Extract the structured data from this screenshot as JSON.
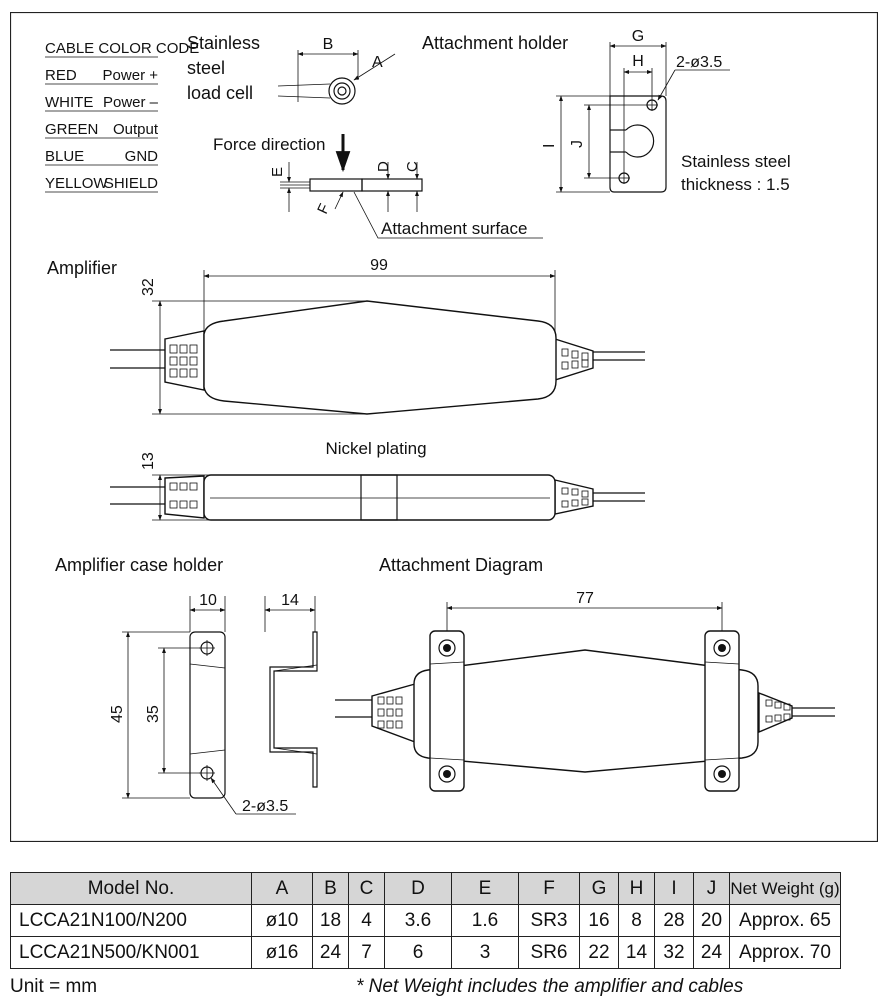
{
  "cable_color_code": {
    "title": "CABLE COLOR CODE",
    "rows": [
      {
        "color": "RED",
        "signal": "Power +"
      },
      {
        "color": "WHITE",
        "signal": "Power –"
      },
      {
        "color": "GREEN",
        "signal": "Output"
      },
      {
        "color": "BLUE",
        "signal": "GND"
      },
      {
        "color": "YELLOW",
        "signal": "SHIELD"
      }
    ]
  },
  "load_cell": {
    "label_lines": [
      "Stainless",
      "steel",
      "load cell"
    ],
    "force_direction": "Force direction",
    "attachment_surface": "Attachment surface",
    "dims": {
      "B": "B",
      "A": "A",
      "E": "E",
      "D": "D",
      "C": "C",
      "F": "F"
    }
  },
  "attachment_holder": {
    "title": "Attachment holder",
    "dims": {
      "G": "G",
      "H": "H",
      "I": "I",
      "J": "J"
    },
    "holes": "2-ø3.5",
    "material_lines": [
      "Stainless steel",
      "thickness : 1.5"
    ]
  },
  "amplifier": {
    "title": "Amplifier",
    "length": "99",
    "height": "32",
    "thickness": "13",
    "plating": "Nickel plating"
  },
  "case_holder": {
    "title": "Amplifier case holder",
    "width": "10",
    "depth": "14",
    "height": "45",
    "pitch": "35",
    "holes": "2-ø3.5"
  },
  "attachment_diagram": {
    "title": "Attachment Diagram",
    "pitch": "77"
  },
  "spec_table": {
    "headers": [
      "Model No.",
      "A",
      "B",
      "C",
      "D",
      "E",
      "F",
      "G",
      "H",
      "I",
      "J",
      "Net Weight (g)"
    ],
    "rows": [
      [
        "LCCA21N100/N200",
        "ø10",
        "18",
        "4",
        "3.6",
        "1.6",
        "SR3",
        "16",
        "8",
        "28",
        "20",
        "Approx. 65"
      ],
      [
        "LCCA21N500/KN001",
        "ø16",
        "24",
        "7",
        "6",
        "3",
        "SR6",
        "22",
        "14",
        "32",
        "24",
        "Approx. 70"
      ]
    ]
  },
  "unit": "Unit = mm",
  "footnote": "* Net Weight includes the amplifier and cables"
}
